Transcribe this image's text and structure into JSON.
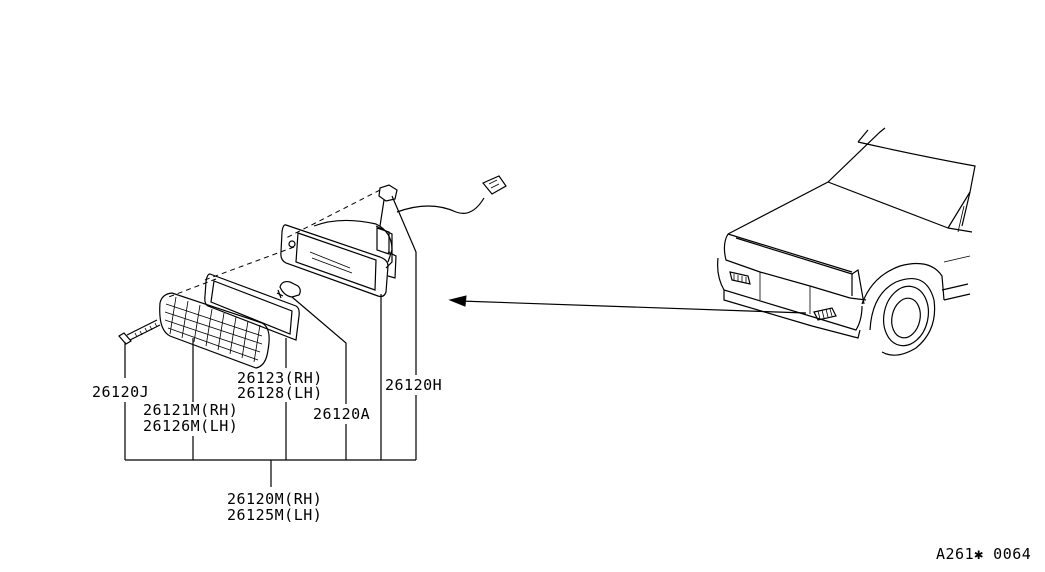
{
  "labels": {
    "bolt": "26120J",
    "lens_rh": "26121M(RH)",
    "lens_lh": "26126M(LH)",
    "gasket_rh": "26123(RH)",
    "gasket_lh": "26128(LH)",
    "bulb": "26120A",
    "socket": "26120H",
    "assembly_rh": "26120M(RH)",
    "assembly_lh": "26125M(LH)"
  },
  "figure_code": "A261✱ 0064"
}
